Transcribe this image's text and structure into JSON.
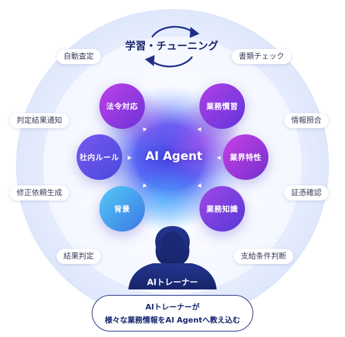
{
  "learning_label": "学習・チューニング",
  "center_label": "AI Agent",
  "bubbles": [
    {
      "label": "法令対応",
      "color_from": "#b63ee6",
      "color_to": "#6e32d6"
    },
    {
      "label": "業務慣習",
      "color_from": "#a83ce6",
      "color_to": "#6a35dc"
    },
    {
      "label": "社内ルール",
      "color_from": "#7a55ee",
      "color_to": "#4b49dc"
    },
    {
      "label": "業界特性",
      "color_from": "#c13ee2",
      "color_to": "#7a30cf"
    },
    {
      "label": "背景",
      "color_from": "#4fc0f5",
      "color_to": "#3a7de6"
    },
    {
      "label": "業務知識",
      "color_from": "#9a4ae6",
      "color_to": "#5a3ad8"
    }
  ],
  "left_pills": [
    "自動査定",
    "判定結果通知",
    "修正依頼生成",
    "結果判定"
  ],
  "right_pills": [
    "書類チェック",
    "情報照合",
    "証憑確認",
    "支給条件判断"
  ],
  "trainer_label": "AIトレーナー",
  "bottom_text": {
    "line1": "AIトレーナーが",
    "line2": "様々な業務情報をAI Agentへ教え込む"
  },
  "colors": {
    "navy": "#1f2f86",
    "ring": "#e9efff",
    "accent_blue": "#3b5bff"
  }
}
